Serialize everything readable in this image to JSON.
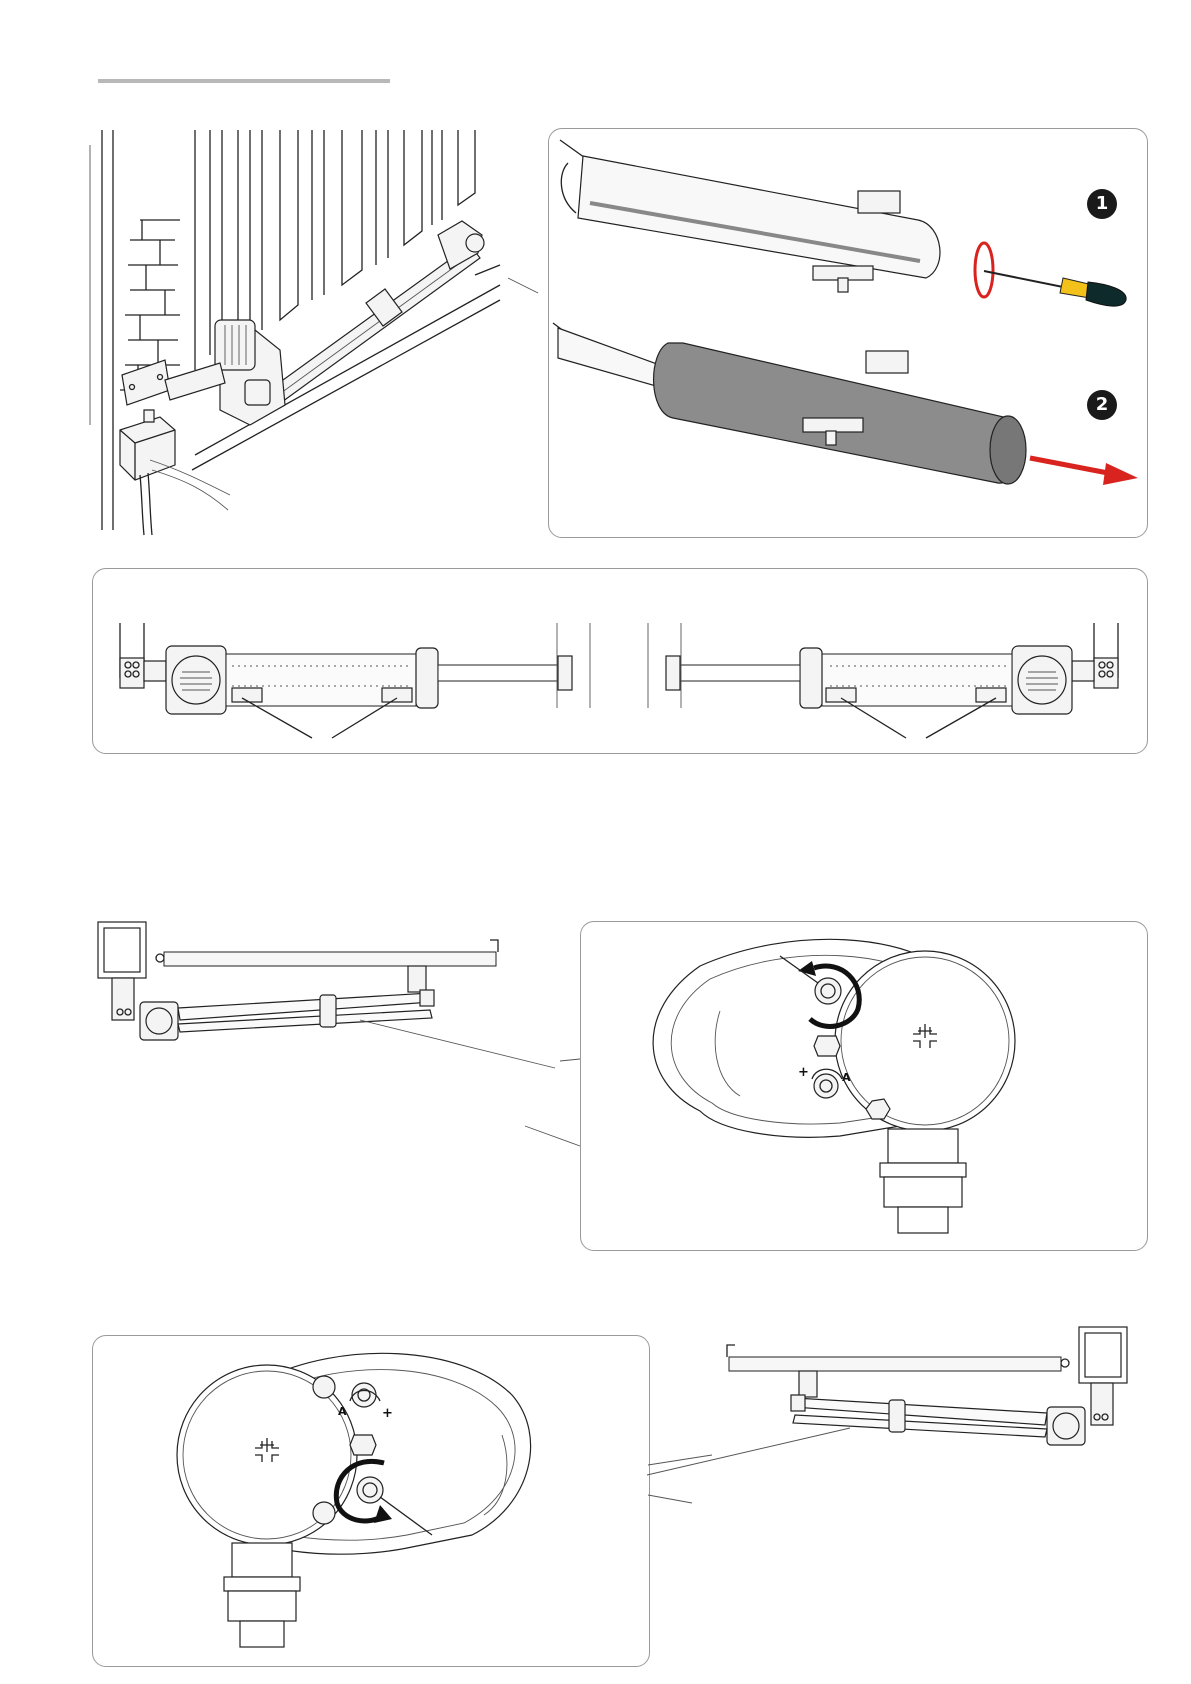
{
  "steps": {
    "one": "1",
    "two": "2"
  },
  "adjust": {
    "plus_sign": "+",
    "a_label": "A"
  },
  "colors": {
    "cover_gray": "#8c8c8c",
    "screwdriver_yellow": "#f2c21b",
    "screwdriver_handle": "#0e2a2a",
    "arrow_red": "#d9231f",
    "rotation_red": "#d9231f",
    "line_gray": "#b8b8b8"
  }
}
